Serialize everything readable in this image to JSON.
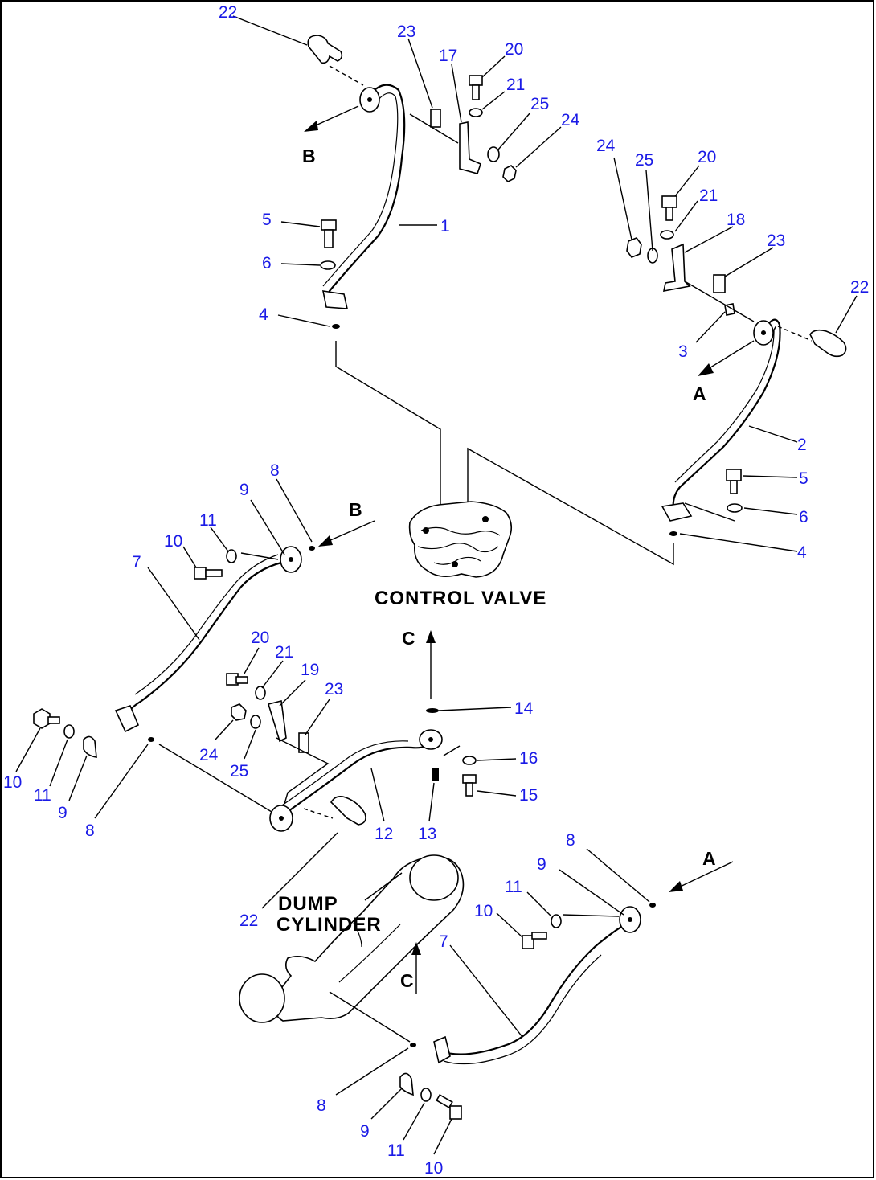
{
  "components": {
    "control_valve": "CONTROL VALVE",
    "dump_cylinder_line1": "DUMP",
    "dump_cylinder_line2": "CYLINDER"
  },
  "arrows": {
    "a": "A",
    "b": "B",
    "c": "C"
  },
  "callouts": {
    "upper_left": [
      "22",
      "23",
      "17",
      "20",
      "21",
      "25",
      "24",
      "5",
      "6",
      "4",
      "1"
    ],
    "upper_right": [
      "24",
      "25",
      "20",
      "21",
      "18",
      "23",
      "22",
      "3",
      "2",
      "5",
      "6",
      "4"
    ],
    "middle_left": [
      "8",
      "9",
      "11",
      "10",
      "7",
      "10",
      "11",
      "9",
      "8"
    ],
    "middle": [
      "20",
      "21",
      "19",
      "23",
      "24",
      "25",
      "14",
      "16",
      "15",
      "13",
      "12",
      "22"
    ],
    "lower": [
      "8",
      "9",
      "11",
      "10",
      "7",
      "8",
      "9",
      "11",
      "10"
    ]
  }
}
